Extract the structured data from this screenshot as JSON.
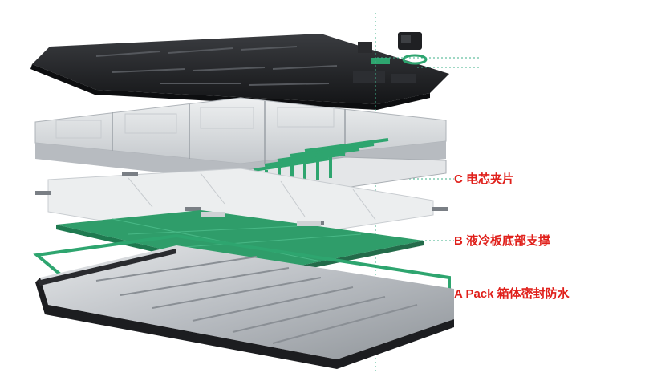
{
  "labels": {
    "c": "C 电芯夹片",
    "b": "B 液冷板底部支撑",
    "a": "A Pack 箱体密封防水"
  },
  "colors": {
    "label_red": "#e0201b",
    "guide_teal": "#3fb08a",
    "gasket_green": "#2ea56f",
    "cooling_plate_green": "#2f9d6a",
    "housing_dark": "#1c1d20",
    "tray_silver": "#c9ccd0",
    "module_grey": "#d9dcdf",
    "film_light": "#eceeef"
  }
}
